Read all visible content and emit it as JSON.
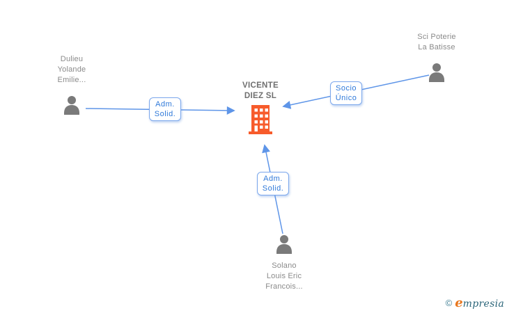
{
  "diagram": {
    "company": {
      "name_lines": [
        "VICENTE",
        "DIEZ SL"
      ],
      "icon": "building-icon",
      "icon_color": "#F75B2B"
    },
    "persons": [
      {
        "label_lines": [
          "Dulieu",
          "Yolande",
          "Emilie..."
        ]
      },
      {
        "label_lines": [
          "Sci Poterie",
          "La Batisse"
        ]
      },
      {
        "label_lines": [
          "Solano",
          "Louis Eric",
          "Francois..."
        ]
      }
    ],
    "edges": [
      {
        "from": "Dulieu Yolande Emilie...",
        "to": "VICENTE DIEZ SL",
        "label_lines": [
          "Adm.",
          "Solid."
        ]
      },
      {
        "from": "Sci Poterie La Batisse",
        "to": "VICENTE DIEZ SL",
        "label_lines": [
          "Socio",
          "Único"
        ]
      },
      {
        "from": "Solano Louis Eric Francois...",
        "to": "VICENTE DIEZ SL",
        "label_lines": [
          "Adm.",
          "Solid."
        ]
      }
    ],
    "colors": {
      "edge_blue": "#5E95E8",
      "label_text_blue": "#2F79D9",
      "label_border_blue": "#7BA7EC",
      "person_gray": "#7A7A7A",
      "person_text_gray": "#8A8A8A",
      "company_text_gray": "#6F6F6F",
      "building_orange": "#F75B2B"
    }
  },
  "footer": {
    "copyright_symbol": "©",
    "brand_first_letter": "e",
    "brand_rest": "mpresia"
  }
}
